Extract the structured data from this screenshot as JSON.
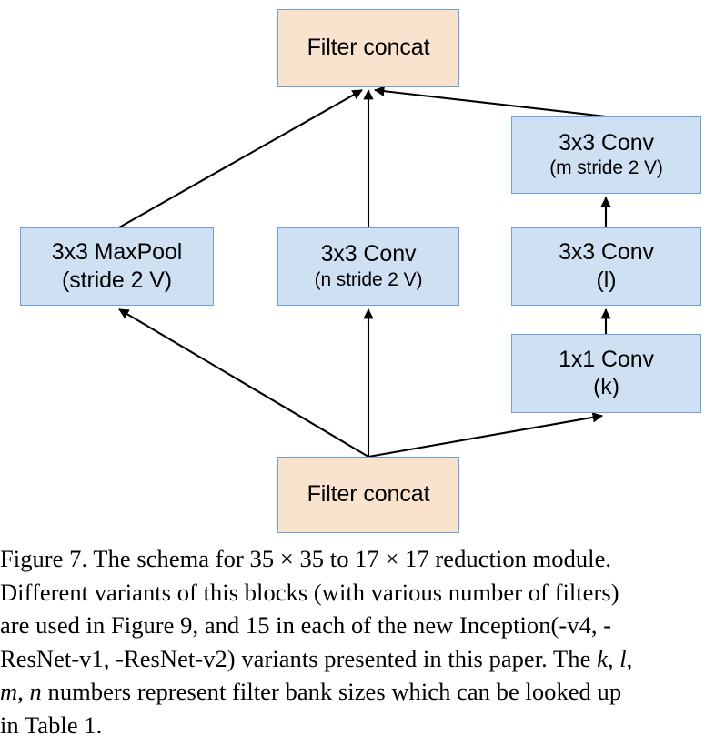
{
  "figure": {
    "type": "diagram",
    "diagram_kind": "neural-network-block-schema",
    "colors": {
      "concat_fill": "#fae3ce",
      "conv_fill": "#cee0f2",
      "node_border": "#6f9fe0",
      "edge_stroke": "#000000",
      "text": "#000000",
      "background": "#ffffff"
    },
    "nodes": [
      {
        "id": "top-concat",
        "kind": "concat",
        "line1": "Filter concat",
        "line2": ""
      },
      {
        "id": "maxpool",
        "kind": "conv",
        "line1": "3x3 MaxPool",
        "line2": "(stride 2 V)"
      },
      {
        "id": "conv-n",
        "kind": "conv",
        "line1": "3x3 Conv",
        "line2": "(n stride 2 V)"
      },
      {
        "id": "conv-m",
        "kind": "conv",
        "line1": "3x3 Conv",
        "line2": "(m stride 2 V)"
      },
      {
        "id": "conv-l",
        "kind": "conv",
        "line1": "3x3 Conv",
        "line2": "(l)"
      },
      {
        "id": "conv-k",
        "kind": "conv",
        "line1": "1x1 Conv",
        "line2": "(k)"
      },
      {
        "id": "bottom-concat",
        "kind": "concat",
        "line1": "Filter concat",
        "line2": ""
      }
    ],
    "edges": [
      {
        "from": "bottom-concat",
        "to": "maxpool"
      },
      {
        "from": "bottom-concat",
        "to": "conv-n"
      },
      {
        "from": "bottom-concat",
        "to": "conv-k"
      },
      {
        "from": "conv-k",
        "to": "conv-l"
      },
      {
        "from": "conv-l",
        "to": "conv-m"
      },
      {
        "from": "maxpool",
        "to": "top-concat"
      },
      {
        "from": "conv-n",
        "to": "top-concat"
      },
      {
        "from": "conv-m",
        "to": "top-concat"
      }
    ]
  },
  "caption": {
    "label": "Figure 7.",
    "line1_a": "Figure 7. The schema for ",
    "line1_n1": "35",
    "line1_x1": " × ",
    "line1_n2": "35",
    "line1_b": " to ",
    "line1_n3": "17",
    "line1_x2": " × ",
    "line1_n4": "17",
    "line1_c": " reduction module.",
    "line2": "Different variants of this blocks (with various number of filters)",
    "line3": "are used in Figure 9, and 15 in each of the new Inception(-v4, -",
    "line4_a": "ResNet-v1, -ResNet-v2) variants presented in this paper. The ",
    "line4_k": "k",
    "line4_comma1": ", ",
    "line4_l": "l",
    "line4_comma2": ",",
    "line5_m": "m",
    "line5_comma1": ", ",
    "line5_n": "n",
    "line5_rest": " numbers represent filter bank sizes which can be looked up",
    "line6": "in Table 1.",
    "full_text": "Figure 7. The schema for 35 × 35 to 17 × 17 reduction module. Different variants of this blocks (with various number of filters) are used in Figure 9, and 15 in each of the new Inception(-v4, -ResNet-v1, -ResNet-v2) variants presented in this paper. The k, l, m, n numbers represent filter bank sizes which can be looked up in Table 1."
  }
}
